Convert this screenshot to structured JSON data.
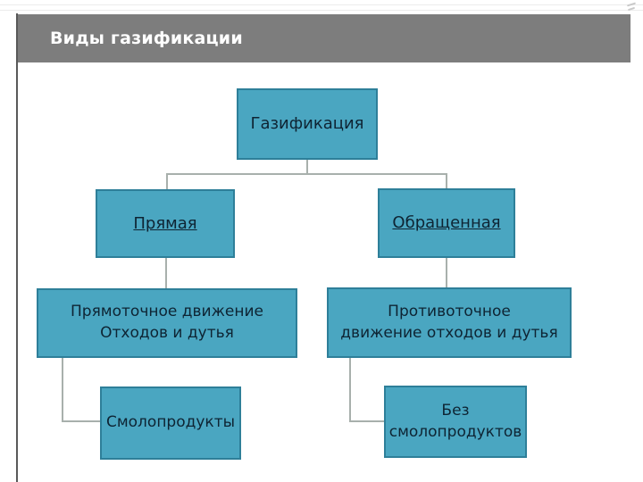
{
  "slide": {
    "title": "Виды газификации"
  },
  "diagram": {
    "root_label": "Газификация",
    "direct_label": "Прямая",
    "reversed_label": "Обращенная",
    "cocurrent_label": "Прямоточное движение\nОтходов и дутья",
    "countercurrent_label": "Противоточное\nдвижение отходов и дутья",
    "tar_label": "Смолопродукты",
    "no_tar_label": "Без\nсмолопродуктов"
  },
  "colors": {
    "header_bg": "#7d7d7d",
    "title_color": "#ffffff",
    "node_fill": "#4aa6c1",
    "node_border": "#2e7f99",
    "node_text": "#0e2433",
    "connector": "#a8b0ac",
    "left_rule": "#595959"
  }
}
